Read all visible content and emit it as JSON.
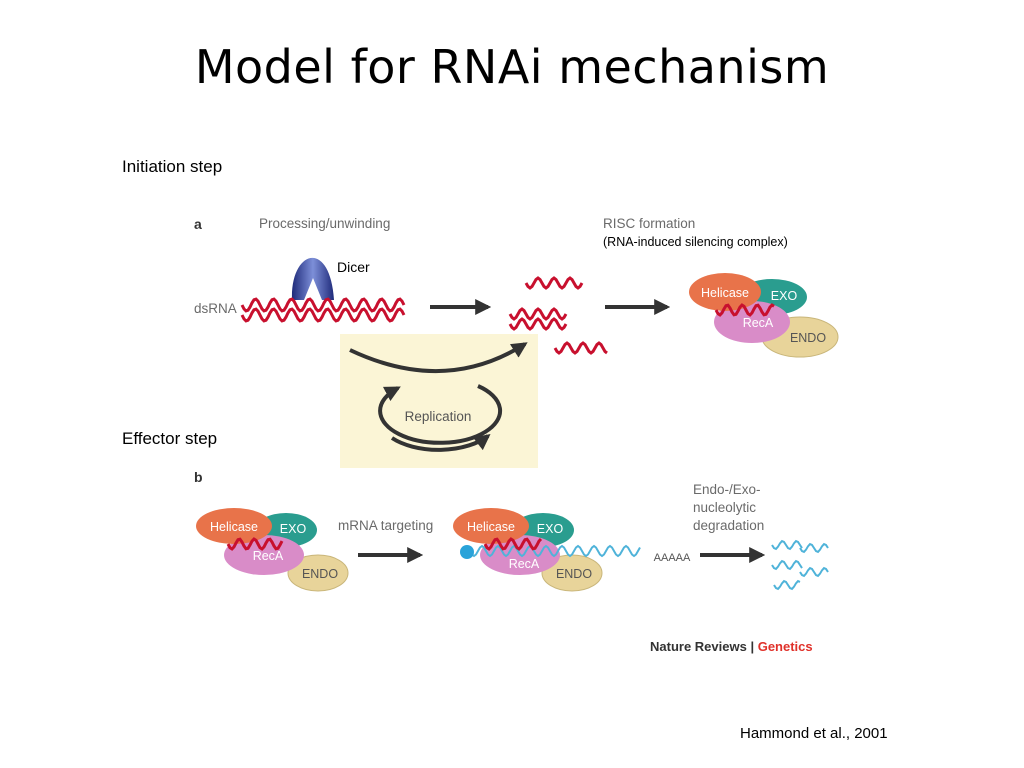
{
  "title": "Model for RNAi mechanism",
  "initiation_label": "Initiation step",
  "effector_label": "Effector step",
  "panel_a": {
    "letter": "a",
    "processing": "Processing/unwinding",
    "dicer": "Dicer",
    "dsrna": "dsRNA",
    "risc": "RISC formation",
    "risc_full": "(RNA-induced silencing complex)",
    "replication": "Replication",
    "complex": {
      "helicase": "Helicase",
      "exo": "EXO",
      "reca": "RecA",
      "endo": "ENDO"
    }
  },
  "panel_b": {
    "letter": "b",
    "mrna_targeting": "mRNA targeting",
    "poly_a": "AAAAA",
    "degradation": [
      "Endo-/Exo-",
      "nucleolytic",
      "degradation"
    ],
    "complex": {
      "helicase": "Helicase",
      "exo": "EXO",
      "reca": "RecA",
      "endo": "ENDO"
    }
  },
  "journal": {
    "name": "Nature Reviews",
    "separator": "|",
    "section": "Genetics"
  },
  "credit": "Hammond et al., 2001",
  "colors": {
    "rna_red": "#c8102e",
    "mrna_blue": "#4fb3d9",
    "dicer_blue": "#2e3d94",
    "helicase": "#e8734a",
    "exo": "#2a9d8f",
    "reca": "#d98cc8",
    "endo": "#e8d49a",
    "arrow": "#333333",
    "replication_bg": "#fbf5d6"
  }
}
